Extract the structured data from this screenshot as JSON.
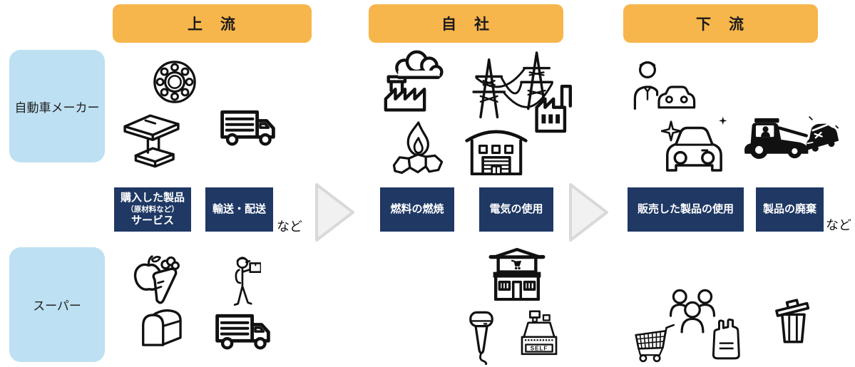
{
  "colors": {
    "header_bg": "#F7B64B",
    "row_label_bg": "#BDE0F2",
    "tag_bg": "#1F3864",
    "tag_text": "#FFFFFF",
    "arrow_fill": "#F1F1F1",
    "arrow_stroke": "#D9D9D9",
    "icon_stroke": "#111111",
    "text": "#1A1A1A"
  },
  "headers": [
    {
      "id": "upstream",
      "label": "上　流"
    },
    {
      "id": "own-company",
      "label": "自　社"
    },
    {
      "id": "downstream",
      "label": "下　流"
    }
  ],
  "row_labels": [
    {
      "id": "automaker",
      "label": "自動車メーカー"
    },
    {
      "id": "supermarket",
      "label": "スーパー"
    }
  ],
  "tags": {
    "purchased": {
      "line1": "購入した製品",
      "line2": "（原材料など）",
      "line3": "サービス"
    },
    "transport": "輸送・配送",
    "fuel": "燃料の燃焼",
    "electricity": "電気の使用",
    "sold_use": "販売した製品の使用",
    "disposal": "製品の廃棄",
    "etc_left": "など",
    "etc_right": "など"
  },
  "labels": {
    "register_self": "SELF"
  },
  "icons": {
    "automaker_upstream": [
      "bearing-icon",
      "steel-beam-icon",
      "delivery-truck-icon"
    ],
    "own_company": [
      "factory-smoke-icon",
      "coal-fire-icon",
      "power-lines-icon",
      "warehouse-icon"
    ],
    "automaker_downstream": [
      "car-dealer-icon",
      "clean-car-icon",
      "tow-truck-icon"
    ],
    "supermarket_upstream": [
      "produce-icon",
      "delivery-person-icon",
      "bread-icon",
      "delivery-truck-icon"
    ],
    "supermarket_own": [
      "store-icon",
      "barcode-scanner-icon",
      "self-register-icon"
    ],
    "supermarket_downstream": [
      "shopping-cart-icon",
      "customers-icon",
      "shopping-bag-icon",
      "trash-can-icon"
    ]
  }
}
